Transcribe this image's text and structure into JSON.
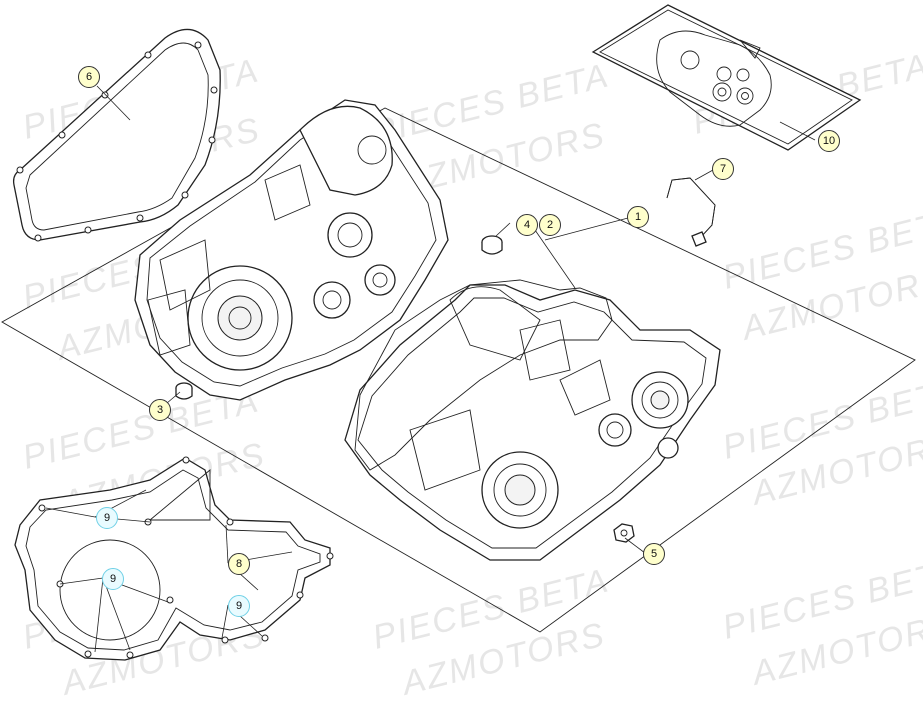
{
  "watermark": {
    "line1": "PIECES BETA",
    "line2": "AZMOTORS"
  },
  "callouts": [
    {
      "id": "c1",
      "label": "1",
      "highlight": false
    },
    {
      "id": "c2",
      "label": "2",
      "highlight": false
    },
    {
      "id": "c3",
      "label": "3",
      "highlight": false
    },
    {
      "id": "c4",
      "label": "4",
      "highlight": false
    },
    {
      "id": "c5",
      "label": "5",
      "highlight": false
    },
    {
      "id": "c6",
      "label": "6",
      "highlight": false
    },
    {
      "id": "c7",
      "label": "7",
      "highlight": false
    },
    {
      "id": "c8",
      "label": "8",
      "highlight": false
    },
    {
      "id": "c9a",
      "label": "9",
      "highlight": true
    },
    {
      "id": "c9b",
      "label": "9",
      "highlight": true
    },
    {
      "id": "c9c",
      "label": "9",
      "highlight": true
    },
    {
      "id": "c10",
      "label": "10",
      "highlight": false
    }
  ],
  "colors": {
    "callout_fill": "#ffffcc",
    "callout_highlight_fill": "#e9fbff",
    "callout_highlight_border": "#6fd0e6",
    "line": "#222222",
    "watermark": "#e6e6e6"
  }
}
